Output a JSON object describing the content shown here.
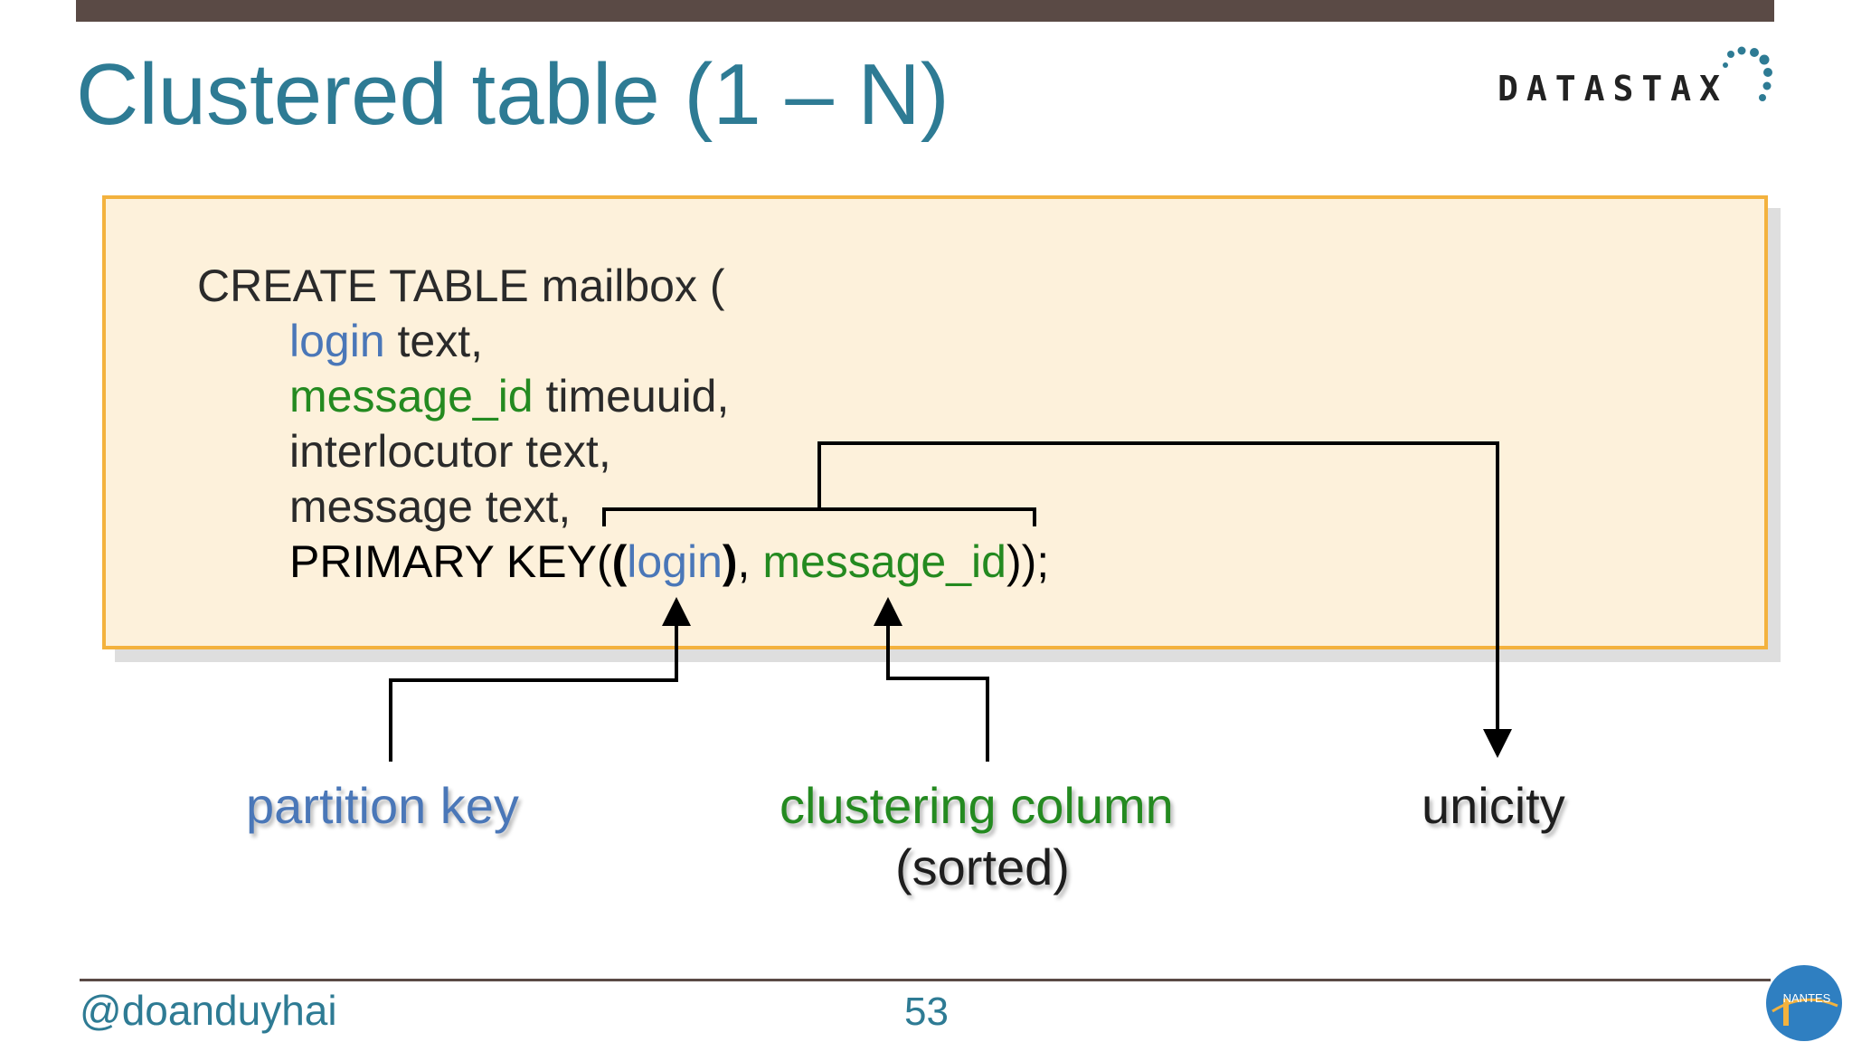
{
  "slide": {
    "title": "Clustered table (1 – N)",
    "brand_logo_text": "DATASTAX",
    "page_number": "53",
    "author_handle": "@doanduyhai"
  },
  "code": {
    "line1": "CREATE TABLE mailbox (",
    "line2": {
      "column": "login",
      "type": " text,"
    },
    "line3": {
      "column": "message_id",
      "type": " timeuuid,"
    },
    "line4": "interlocutor text,",
    "line5": "message text,",
    "line6": {
      "prefix": "PRIMARY KEY(",
      "open_paren": "(",
      "partition_col": "login",
      "close_paren": ")",
      "separator": ", ",
      "clustering_col": "message_id",
      "suffix": "));"
    }
  },
  "annotations": {
    "partition_key": "partition key",
    "clustering_column": "clustering column",
    "sorted": "(sorted)",
    "unicity": "unicity"
  },
  "colors": {
    "title": "#2e7b94",
    "partition_key": "#4a77b8",
    "clustering_column": "#248a20",
    "box_border": "#f3b23e",
    "box_fill": "#fdf1db",
    "top_bar": "#5a4a45"
  },
  "event_logo": {
    "icon": "nantes-event-logo-icon",
    "lettering": "NANTES"
  }
}
